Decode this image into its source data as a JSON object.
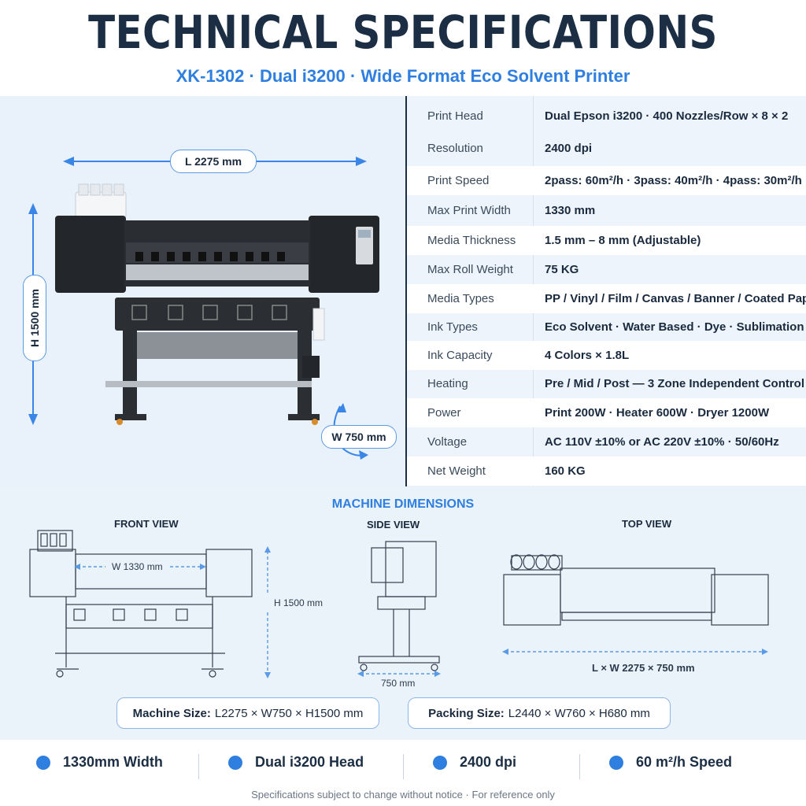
{
  "header": {
    "title": "TECHNICAL SPECIFICATIONS",
    "subtitle": "XK-1302 · Dual i3200 · Wide Format Eco Solvent Printer"
  },
  "photo": {
    "length_label": "L 2275 mm",
    "height_label": "H 1500 mm",
    "width_label": "W 750 mm"
  },
  "specs": [
    {
      "label": "Print Head",
      "value": "Dual Epson i3200 · 400 Nozzles/Row × 8 × 2"
    },
    {
      "label": "Resolution",
      "value": "2400 dpi"
    },
    {
      "label": "Print Speed",
      "value": "2pass: 60m²/h · 3pass: 40m²/h · 4pass: 30m²/h"
    },
    {
      "label": "Max Print Width",
      "value": "1330 mm"
    },
    {
      "label": "Media Thickness",
      "value": "1.5 mm – 8 mm (Adjustable)"
    },
    {
      "label": "Max Roll Weight",
      "value": "75 KG"
    },
    {
      "label": "Media Types",
      "value": "PP / Vinyl / Film / Canvas / Banner / Coated Paper"
    },
    {
      "label": "Ink Types",
      "value": "Eco Solvent · Water Based · Dye · Sublimation"
    },
    {
      "label": "Ink Capacity",
      "value": "4 Colors × 1.8L"
    },
    {
      "label": "Heating",
      "value": "Pre / Mid / Post — 3 Zone Independent Control"
    },
    {
      "label": "Power",
      "value": "Print 200W · Heater 600W · Dryer 1200W"
    },
    {
      "label": "Voltage",
      "value": "AC 110V ±10% or AC 220V ±10% · 50/60Hz"
    },
    {
      "label": "Net Weight",
      "value": "160 KG"
    }
  ],
  "dimensions": {
    "title": "MACHINE DIMENSIONS",
    "front_view": "FRONT VIEW",
    "side_view": "SIDE VIEW",
    "top_view": "TOP VIEW",
    "front_width": "W 1330 mm",
    "front_height": "H 1500 mm",
    "side_depth": "750 mm",
    "top_size": "L × W 2275 × 750 mm",
    "machine_size_label": "Machine Size:",
    "machine_size_value": "L2275 × W750 × H1500 mm",
    "packing_size_label": "Packing Size:",
    "packing_size_value": "L2440 × W760 × H680 mm"
  },
  "features": [
    "1330mm Width",
    "Dual i3200 Head",
    "2400 dpi",
    "60 m²/h Speed"
  ],
  "footer": "Specifications subject to change without notice · For reference only",
  "colors": {
    "accent": "#2f7fe0",
    "navy": "#1b2e44",
    "panel": "#edf4fb"
  }
}
